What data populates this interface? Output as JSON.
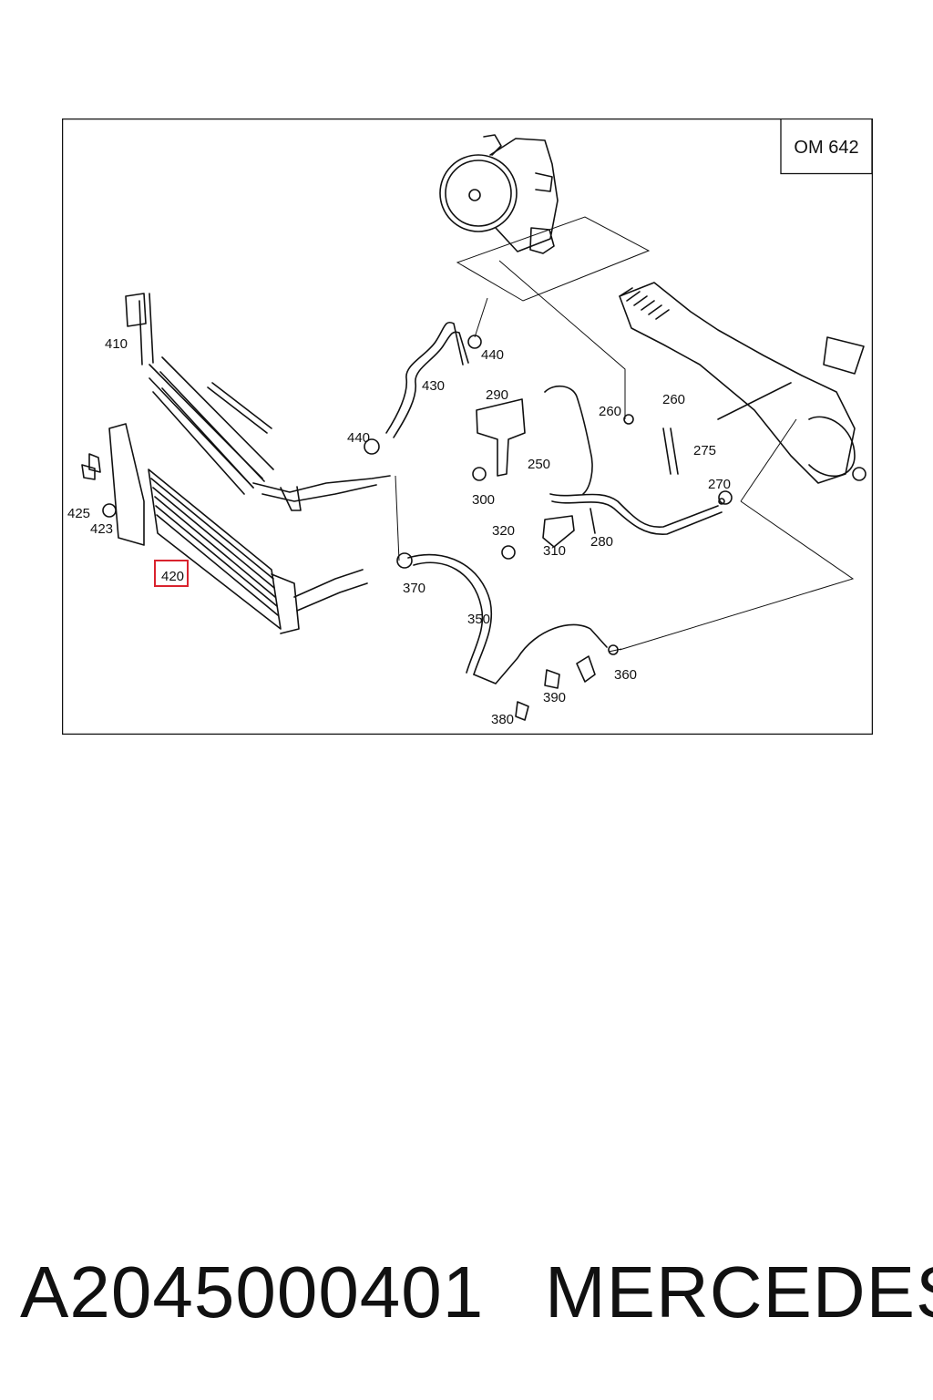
{
  "diagram": {
    "engine_badge": "OM 642",
    "highlight_label": "420",
    "callouts": [
      {
        "id": "410",
        "text": "410"
      },
      {
        "id": "425",
        "text": "425"
      },
      {
        "id": "423",
        "text": "423"
      },
      {
        "id": "420",
        "text": "420"
      },
      {
        "id": "440a",
        "text": "440"
      },
      {
        "id": "440b",
        "text": "440"
      },
      {
        "id": "430",
        "text": "430"
      },
      {
        "id": "290",
        "text": "290"
      },
      {
        "id": "260a",
        "text": "260"
      },
      {
        "id": "260b",
        "text": "260"
      },
      {
        "id": "275",
        "text": "275"
      },
      {
        "id": "250",
        "text": "250"
      },
      {
        "id": "300",
        "text": "300"
      },
      {
        "id": "270",
        "text": "270"
      },
      {
        "id": "320",
        "text": "320"
      },
      {
        "id": "310",
        "text": "310"
      },
      {
        "id": "280",
        "text": "280"
      },
      {
        "id": "370",
        "text": "370"
      },
      {
        "id": "350",
        "text": "350"
      },
      {
        "id": "360",
        "text": "360"
      },
      {
        "id": "390",
        "text": "390"
      },
      {
        "id": "380",
        "text": "380"
      }
    ]
  },
  "caption": {
    "part_number": "A2045000401",
    "brand": "MERCEDES"
  },
  "colors": {
    "highlight": "#d9232e",
    "line": "#111111"
  }
}
